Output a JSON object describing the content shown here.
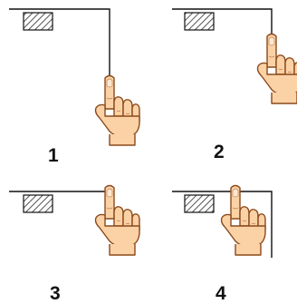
{
  "colors": {
    "line": "#111111",
    "skin": "#fbd2a6",
    "skin_outline": "#8a4a1c",
    "nail": "#fde7d2",
    "hatch": "#555555"
  },
  "icons": {
    "pointing": "pointing-hand-icon",
    "hatch": "hatched-rectangle-icon"
  },
  "panels": [
    {
      "label": "1"
    },
    {
      "label": "2"
    },
    {
      "label": "3"
    },
    {
      "label": "4"
    }
  ]
}
